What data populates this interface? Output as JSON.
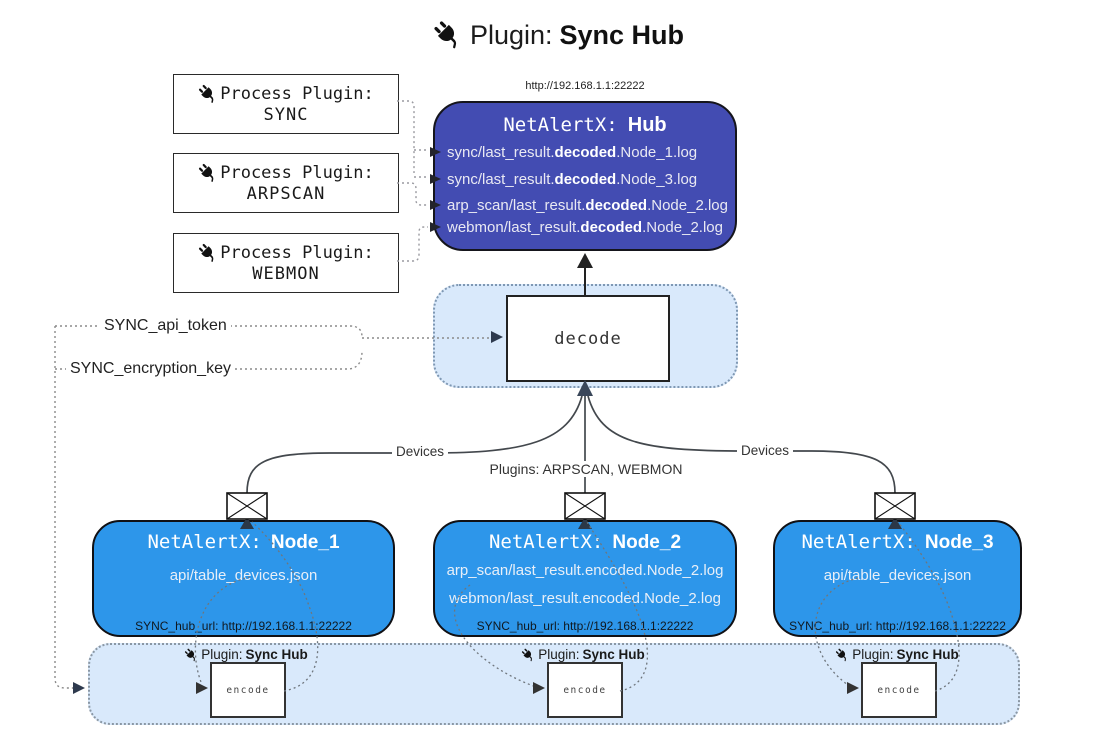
{
  "title": {
    "label": "Plugin:",
    "name": "Sync Hub"
  },
  "hub": {
    "url": "http://192.168.1.1:22222",
    "title_label": "NetAlertX:",
    "title_name": "Hub",
    "logs": [
      {
        "pre": "sync/last_result.",
        "bold": "decoded",
        "post": ".Node_1.log"
      },
      {
        "pre": "sync/last_result.",
        "bold": "decoded",
        "post": ".Node_3.log"
      },
      {
        "pre": "arp_scan/last_result.",
        "bold": "decoded",
        "post": ".Node_2.log"
      },
      {
        "pre": "webmon/last_result.",
        "bold": "decoded",
        "post": ".Node_2.log"
      }
    ]
  },
  "process_plugins": [
    {
      "label": "Process Plugin:",
      "name": "SYNC"
    },
    {
      "label": "Process Plugin:",
      "name": "ARPSCAN"
    },
    {
      "label": "Process Plugin:",
      "name": "WEBMON"
    }
  ],
  "decode": {
    "label": "decode"
  },
  "config": {
    "api_token": "SYNC_api_token",
    "encryption_key": "SYNC_encryption_key"
  },
  "edge_labels": {
    "devices_left": "Devices",
    "plugins_center": "Plugins: ARPSCAN, WEBMON",
    "devices_right": "Devices"
  },
  "nodes": [
    {
      "title_label": "NetAlertX:",
      "title_name": "Node_1",
      "files": [
        "api/table_devices.json"
      ],
      "hub_url": "SYNC_hub_url: http://192.168.1.1:22222"
    },
    {
      "title_label": "NetAlertX:",
      "title_name": "Node_2",
      "files": [
        "arp_scan/last_result.encoded.Node_2.log",
        "webmon/last_result.encoded.Node_2.log"
      ],
      "hub_url": "SYNC_hub_url: http://192.168.1.1:22222"
    },
    {
      "title_label": "NetAlertX:",
      "title_name": "Node_3",
      "files": [
        "api/table_devices.json"
      ],
      "hub_url": "SYNC_hub_url: http://192.168.1.1:22222"
    }
  ],
  "encoders": [
    {
      "label": "Plugin:",
      "name": "Sync Hub",
      "box_label": "encode"
    },
    {
      "label": "Plugin:",
      "name": "Sync Hub",
      "box_label": "encode"
    },
    {
      "label": "Plugin:",
      "name": "Sync Hub",
      "box_label": "encode"
    }
  ],
  "colors": {
    "hub_bg": "#434CB2",
    "node_bg": "#2D96EA",
    "panel_bg": "#D9E9FB"
  }
}
